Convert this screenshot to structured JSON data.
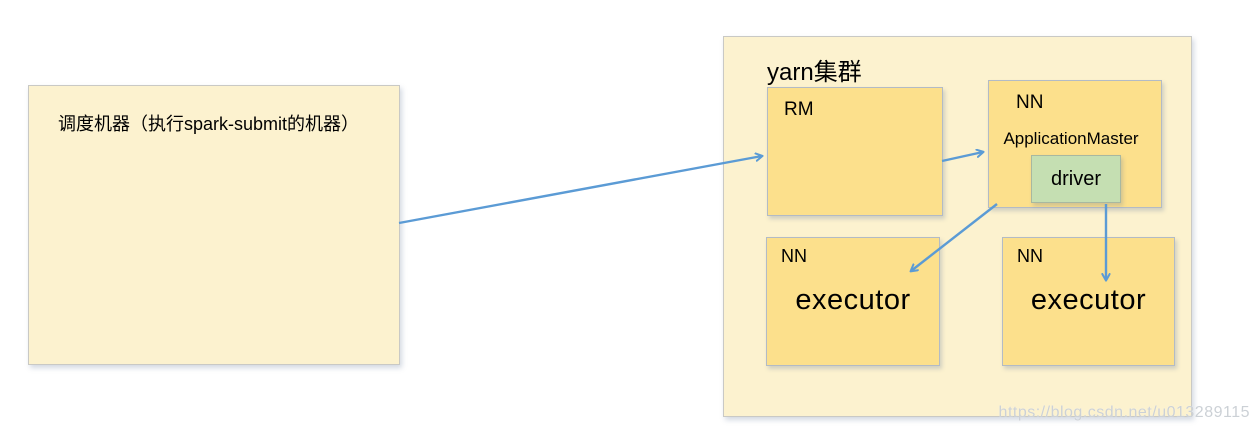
{
  "diagram": {
    "scheduler_box": {
      "label": "调度机器（执行spark-submit的机器）"
    },
    "yarn_cluster": {
      "title": "yarn集群",
      "rm_box": {
        "label": "RM"
      },
      "am_box": {
        "node_label": "NN",
        "app_master_label": "ApplicationMaster",
        "driver_label": "driver"
      },
      "executors": [
        {
          "node_label": "NN",
          "label": "executor"
        },
        {
          "node_label": "NN",
          "label": "executor"
        }
      ]
    },
    "watermark": "https://blog.csdn.net/u013289115"
  },
  "colors": {
    "outer_fill": "#fcf2cf",
    "inner_fill": "#fce08c",
    "driver_fill": "#c5dfb2",
    "arrow": "#5b9bd5",
    "watermark": "#ccd1d6"
  }
}
